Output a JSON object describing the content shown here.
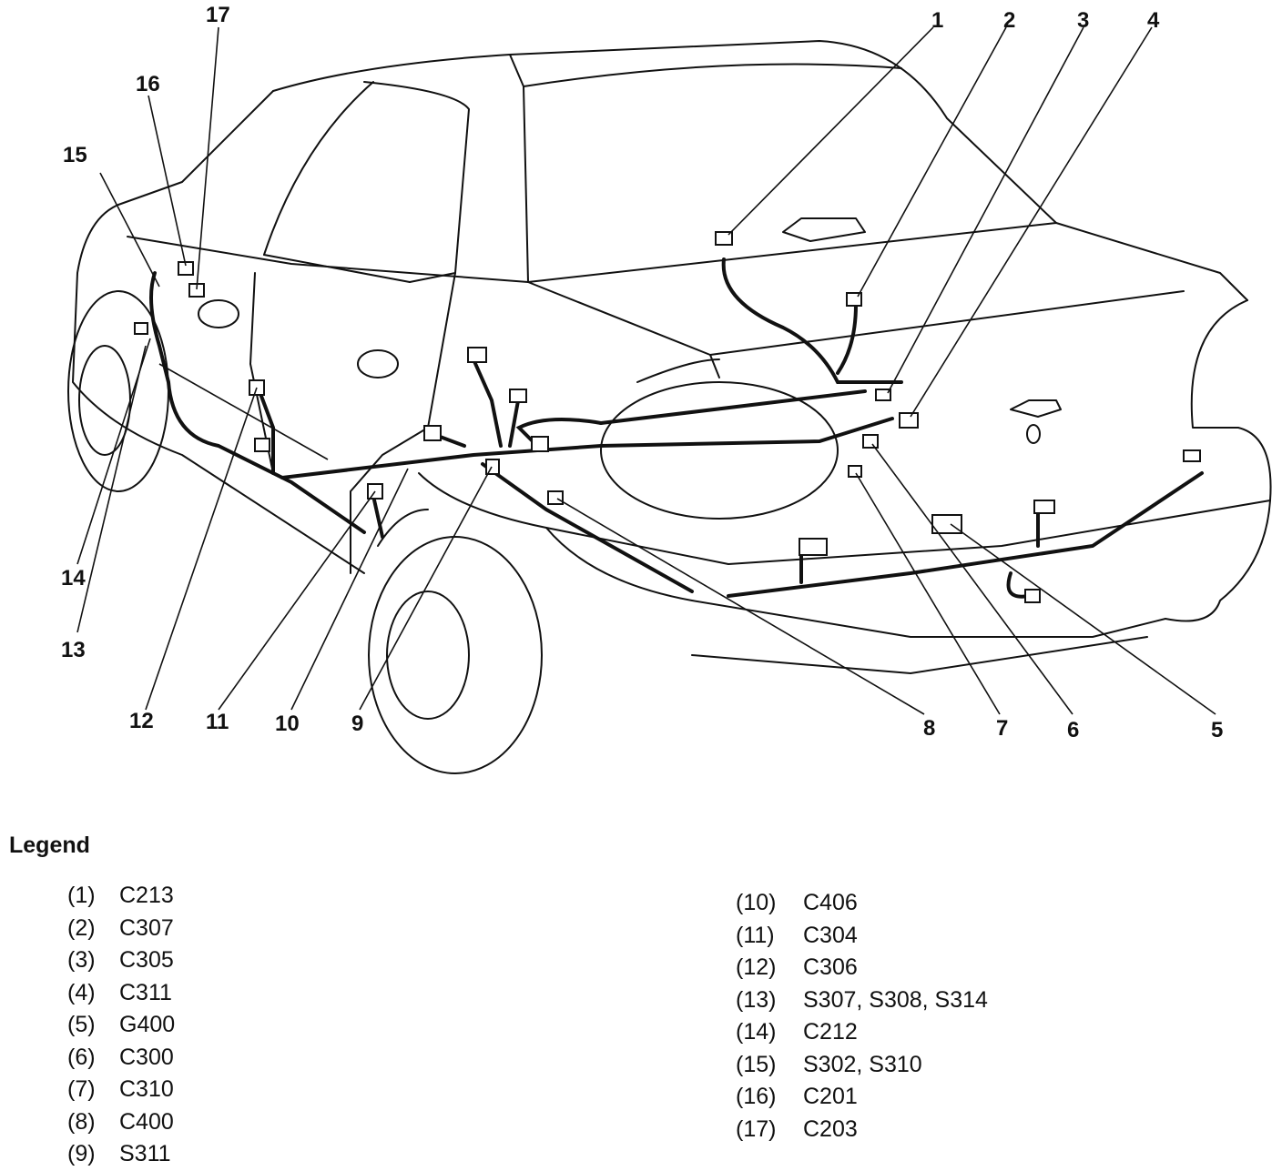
{
  "legend": {
    "title": "Legend",
    "left": [
      {
        "num": "(1)",
        "code": "C213"
      },
      {
        "num": "(2)",
        "code": "C307"
      },
      {
        "num": "(3)",
        "code": "C305"
      },
      {
        "num": "(4)",
        "code": "C311"
      },
      {
        "num": "(5)",
        "code": "G400"
      },
      {
        "num": "(6)",
        "code": "C300"
      },
      {
        "num": "(7)",
        "code": "C310"
      },
      {
        "num": "(8)",
        "code": "C400"
      },
      {
        "num": "(9)",
        "code": "S311"
      }
    ],
    "right": [
      {
        "num": "(10)",
        "code": "C406"
      },
      {
        "num": "(11)",
        "code": "C304"
      },
      {
        "num": "(12)",
        "code": "C306"
      },
      {
        "num": "(13)",
        "code": "S307, S308, S314"
      },
      {
        "num": "(14)",
        "code": "C212"
      },
      {
        "num": "(15)",
        "code": "S302, S310"
      },
      {
        "num": "(16)",
        "code": "C201"
      },
      {
        "num": "(17)",
        "code": "C203"
      }
    ]
  },
  "callouts": [
    "1",
    "2",
    "3",
    "4",
    "5",
    "6",
    "7",
    "8",
    "9",
    "10",
    "11",
    "12",
    "13",
    "14",
    "15",
    "16",
    "17"
  ]
}
